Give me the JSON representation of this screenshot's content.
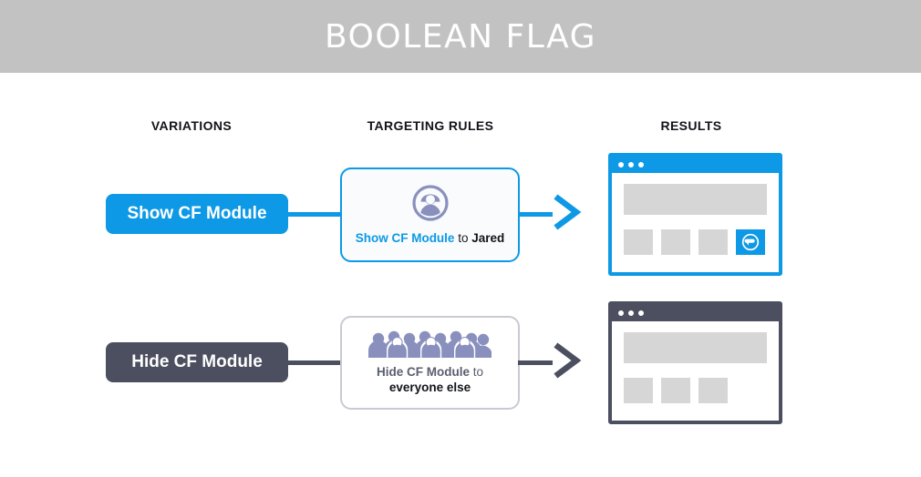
{
  "header": {
    "title": "BOOLEAN FLAG",
    "background_color": "#c2c2c2",
    "text_color": "#ffffff"
  },
  "colors": {
    "accent_blue": "#0d99e5",
    "slate": "#4b4f60",
    "icon_purple": "#8a90bd",
    "placeholder_gray": "#d6d6d6",
    "card_border_gray": "#c8cad4"
  },
  "columns": {
    "variations": "VARIATIONS",
    "targeting_rules": "TARGETING RULES",
    "results": "RESULTS"
  },
  "rows": [
    {
      "variation": {
        "label": "Show CF Module",
        "style": "blue"
      },
      "rule": {
        "icon": "single-user-icon",
        "rule_name": "Show CF Module",
        "connector_word": "to",
        "target": "Jared",
        "style": "blue"
      },
      "connector": {
        "icon": "arrow-right-icon",
        "style": "blue"
      },
      "result": {
        "window_dots": 3,
        "tiles": 4,
        "feature_tile_index": 3,
        "feature_tile_icon": "speech-bubble-flag-icon",
        "style": "blue"
      }
    },
    {
      "variation": {
        "label": "Hide CF Module",
        "style": "slate"
      },
      "rule": {
        "icon": "crowd-of-people-icon",
        "rule_name": "Hide CF Module",
        "connector_word": "to",
        "target": "everyone else",
        "style": "slate"
      },
      "connector": {
        "icon": "arrow-right-icon",
        "style": "slate"
      },
      "result": {
        "window_dots": 3,
        "tiles": 3,
        "feature_tile_index": -1,
        "feature_tile_icon": "",
        "style": "slate"
      }
    }
  ]
}
